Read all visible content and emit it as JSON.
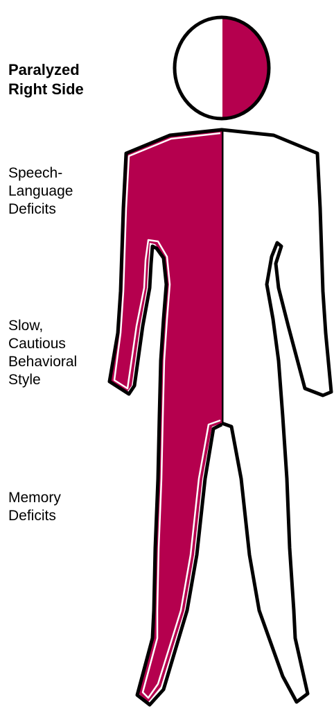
{
  "title": "Paralyzed\nRight Side",
  "deficits": [
    "Speech-\nLanguage\nDeficits",
    "Slow,\nCautious\nBehavioral\nStyle",
    "Memory\nDeficits"
  ],
  "colors": {
    "affected_side": "#B5004E",
    "unaffected_side": "#FFFFFF",
    "outline": "#000000"
  }
}
